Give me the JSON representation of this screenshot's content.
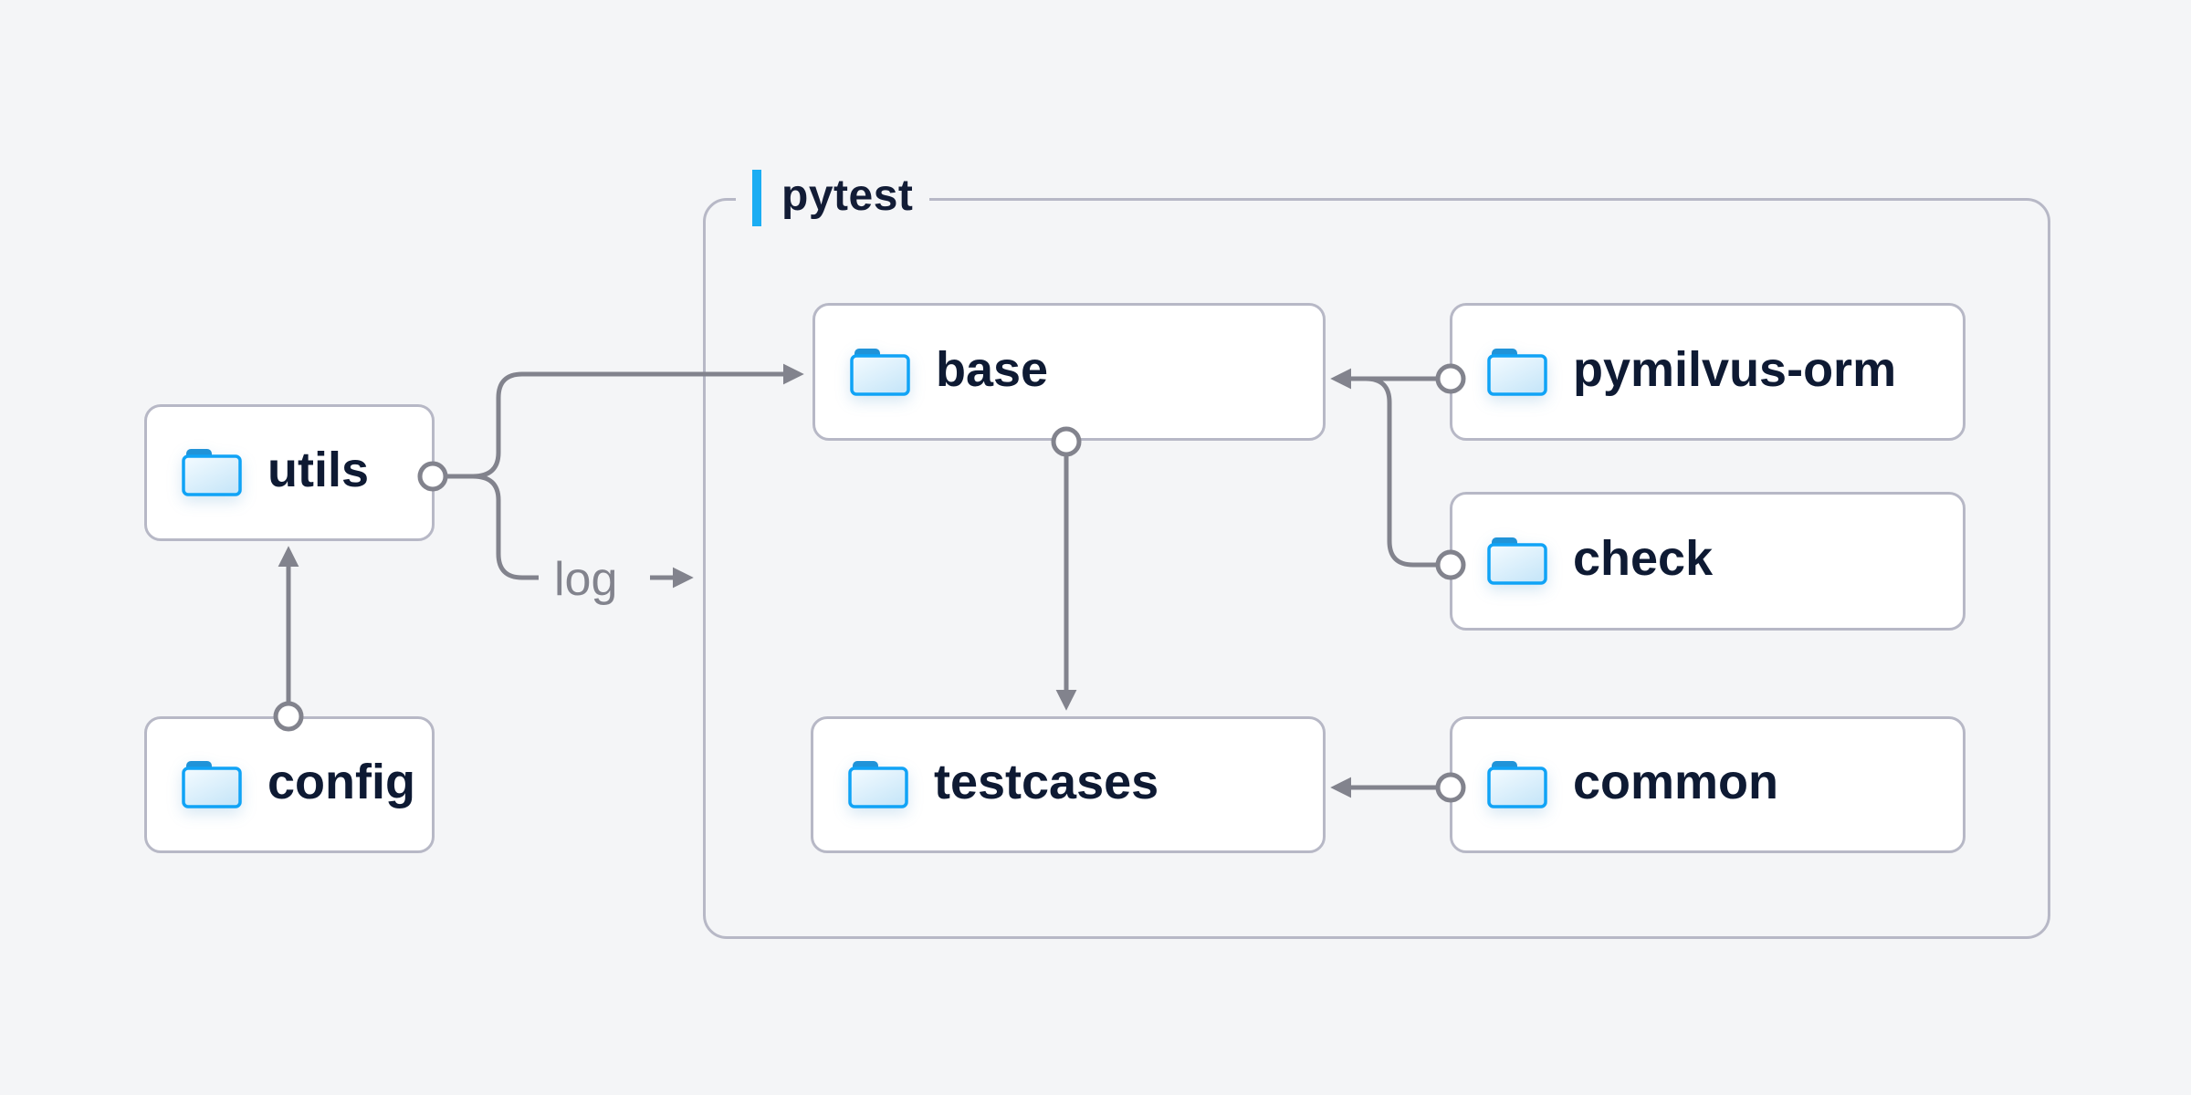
{
  "group": {
    "label": "pytest"
  },
  "nodes": {
    "utils": {
      "label": "utils",
      "icon": "folder"
    },
    "config": {
      "label": "config",
      "icon": "folder"
    },
    "base": {
      "label": "base",
      "icon": "folder"
    },
    "testcases": {
      "label": "testcases",
      "icon": "folder"
    },
    "pymilvus_orm": {
      "label": "pymilvus-orm",
      "icon": "folder"
    },
    "check": {
      "label": "check",
      "icon": "folder"
    },
    "common": {
      "label": "common",
      "icon": "folder"
    }
  },
  "edge_labels": {
    "log": "log"
  },
  "edges": [
    {
      "from": "config",
      "to": "utils",
      "arrow": true
    },
    {
      "from": "utils",
      "to": "base",
      "arrow": true
    },
    {
      "from": "utils",
      "to": "pytest-group",
      "arrow": true,
      "label": "log"
    },
    {
      "from": "base",
      "to": "testcases",
      "arrow": true
    },
    {
      "from": "pymilvus-orm",
      "to": "base",
      "arrow": true
    },
    {
      "from": "check",
      "to": "base",
      "arrow": true
    },
    {
      "from": "common",
      "to": "testcases",
      "arrow": true
    }
  ],
  "colors": {
    "background": "#f4f5f7",
    "node_fill": "#ffffff",
    "node_border": "#b7b8c6",
    "node_text": "#0e1a33",
    "connector": "#82838d",
    "accent_blue": "#1badf3",
    "folder_blue": "#10a3f6"
  }
}
